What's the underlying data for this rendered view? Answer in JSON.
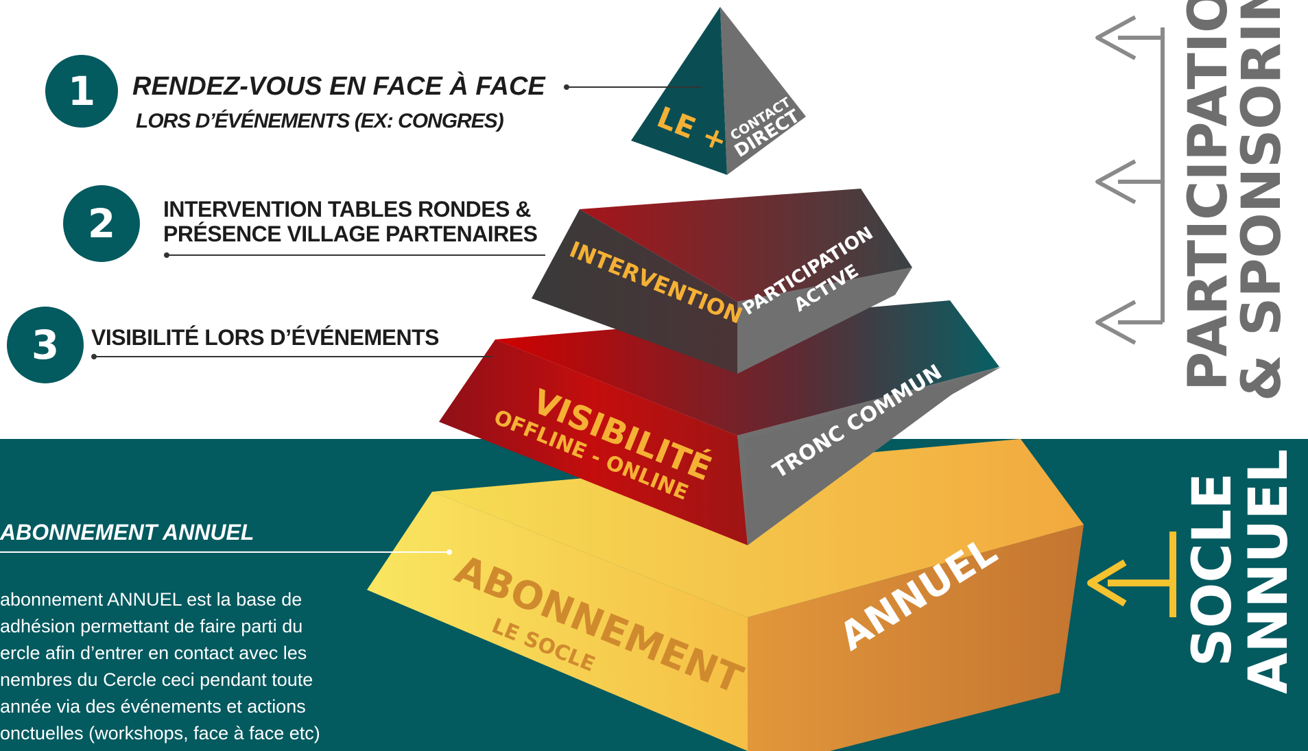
{
  "levels": [
    {
      "number": "1",
      "line1": "RENDEZ-VOUS EN FACE À FACE",
      "line2": "LORS D’ÉVÉNEMENTS (EX: CONGRES)"
    },
    {
      "number": "2",
      "line1": "INTERVENTION TABLES RONDES &",
      "line2": "PRÉSENCE VILLAGE PARTENAIRES"
    },
    {
      "number": "3",
      "line1": "VISIBILITÉ LORS D’ÉVÉNEMENTS"
    }
  ],
  "pyramid": {
    "tier1": {
      "left": "LE +",
      "right_line1": "CONTACT",
      "right_line2": "DIRECT"
    },
    "tier2": {
      "left": "INTERVENTION",
      "right_line1": "PARTICIPATION",
      "right_line2": "ACTIVE"
    },
    "tier3": {
      "left_line1": "VISIBILITÉ",
      "left_line2": "OFFLINE - ONLINE",
      "right": "TRONC COMMUN"
    },
    "tier4": {
      "left_line1": "ABONNEMENT",
      "left_line2": "LE SOCLE",
      "right": "ANNUEL"
    }
  },
  "abonnement": {
    "heading": "ABONNEMENT ANNUEL",
    "lines": [
      "abonnement ANNUEL est la base de",
      "adhésion permettant de faire parti du",
      "ercle afin d’entrer en contact avec les",
      "nembres du Cercle ceci pendant toute",
      "année via des événements et actions",
      "onctuelles (workshops, face à face etc)"
    ]
  },
  "side_labels": {
    "participation_line1": "PARTICIPATIO",
    "participation_line2": "& SPONSORIN",
    "socle_line1": "SOCLE",
    "socle_line2": "ANNUEL"
  },
  "colors": {
    "teal": "#035a5f",
    "gold": "#f5b135",
    "orange": "#c97830",
    "red": "#c00000",
    "gray": "#707070",
    "darkgray": "#3c3c3c"
  }
}
